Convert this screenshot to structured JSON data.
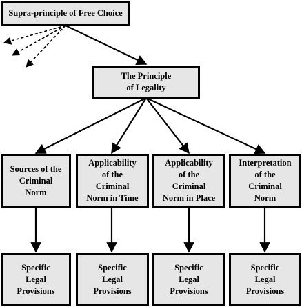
{
  "top_box": {
    "label": "Supra-principle of Free Choice"
  },
  "middle_box": {
    "label": "The Principle\nof Legality"
  },
  "categories": [
    {
      "label": "Sources of the\nCriminal\nNorm"
    },
    {
      "label": "Applicability\nof the\nCriminal\nNorm in Time"
    },
    {
      "label": "Applicability\nof the\nCriminal\nNorm in Place"
    },
    {
      "label": "Interpretation\nof the\nCriminal\nNorm"
    }
  ],
  "leaves": [
    {
      "label": "Specific\nLegal\nProvisions"
    },
    {
      "label": "Specific\nLegal\nProvisions"
    },
    {
      "label": "Specific\nLegal\nProvisions"
    },
    {
      "label": "Specific\nLegal\nProvisions"
    }
  ]
}
